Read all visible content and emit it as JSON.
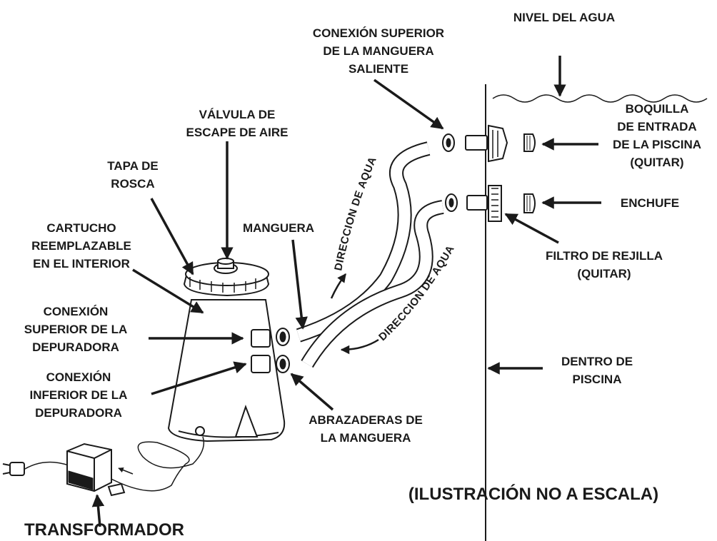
{
  "labels": {
    "water_level": "NIVEL DEL AGUA",
    "outlet_hose_top_1": "CONEXIÓN SUPERIOR",
    "outlet_hose_top_2": "DE LA MANGUERA",
    "outlet_hose_top_3": "SALIENTE",
    "inlet_nozzle_1": "BOQUILLA",
    "inlet_nozzle_2": "DE ENTRADA",
    "inlet_nozzle_3": "DE LA PISCINA",
    "inlet_nozzle_4": "(QUITAR)",
    "air_valve_1": "VÁLVULA DE",
    "air_valve_2": "ESCAPE DE AIRE",
    "screw_cap_1": "TAPA DE",
    "screw_cap_2": "ROSCA",
    "cartridge_1": "CARTUCHO",
    "cartridge_2": "REEMPLAZABLE",
    "cartridge_3": "EN EL INTERIOR",
    "hose": "MANGUERA",
    "plug": "ENCHUFE",
    "strainer_1": "FILTRO DE REJILLA",
    "strainer_2": "(QUITAR)",
    "pump_top_1": "CONEXIÓN",
    "pump_top_2": "SUPERIOR DE LA",
    "pump_top_3": "DEPURADORA",
    "pump_bottom_1": "CONEXIÓN",
    "pump_bottom_2": "INFERIOR DE LA",
    "pump_bottom_3": "DEPURADORA",
    "inside_pool_1": "DENTRO DE",
    "inside_pool_2": "PISCINA",
    "hose_clamps_1": "ABRAZADERAS DE",
    "hose_clamps_2": "LA MANGUERA",
    "not_to_scale": "(ILUSTRACIÓN NO A ESCALA)",
    "transformer": "TRANSFORMADOR",
    "flow_upper": "DIRECCION DE AQUA",
    "flow_lower": "DIRECCION DE AQUA"
  }
}
